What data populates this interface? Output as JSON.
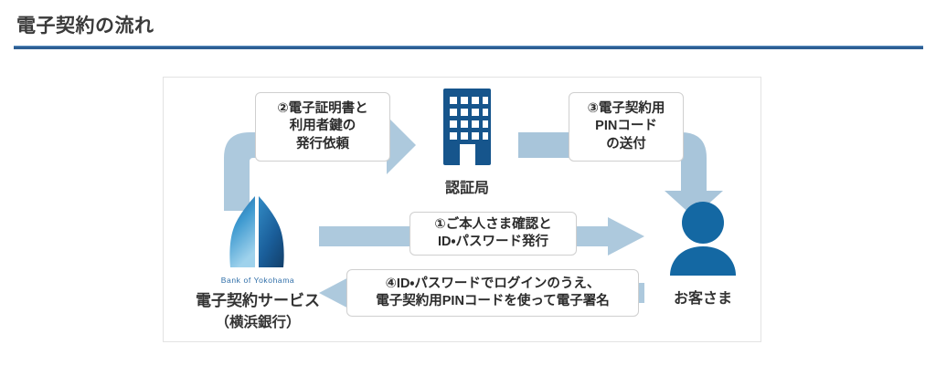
{
  "page": {
    "title": "電子契約の流れ",
    "rule_color": "#2e5f94"
  },
  "diagram": {
    "nodes": {
      "certificate_authority": {
        "label": "認証局",
        "icon": "office-building-icon",
        "color": "#16558c"
      },
      "bank": {
        "logo_alt": "bank-of-yokohama-logo",
        "logo_en": "Bank of Yokohama",
        "name_line1": "電子契約サービス",
        "name_line2": "（横浜銀行）",
        "logo_color_light": "#4aa3d6",
        "logo_color_dark": "#17548c"
      },
      "customer": {
        "label": "お客さま",
        "icon": "person-icon",
        "color": "#1468a3"
      }
    },
    "arrows": {
      "bank_to_ca": {
        "name": "arrow-bank-to-ca",
        "direction": "up-then-right",
        "color": "#adc9dd"
      },
      "ca_to_customer": {
        "name": "arrow-ca-to-customer",
        "direction": "right-then-down",
        "color": "#a8c5da"
      },
      "bank_to_customer": {
        "name": "arrow-bank-to-customer",
        "direction": "right",
        "color": "#adc9dd"
      },
      "customer_to_bank": {
        "name": "arrow-customer-to-bank",
        "direction": "left",
        "color": "#adc9dd"
      }
    },
    "callouts": [
      {
        "id": "callout-2",
        "number": "②",
        "lines": [
          "②電子証明書と",
          "利用者鍵の",
          "発行依頼"
        ]
      },
      {
        "id": "callout-3",
        "number": "③",
        "lines": [
          "③電子契約用",
          "PINコード",
          "の送付"
        ]
      },
      {
        "id": "callout-1",
        "number": "①",
        "lines": [
          "①ご本人さま確認と",
          "ID・パスワード発行"
        ]
      },
      {
        "id": "callout-4",
        "number": "④",
        "lines": [
          "④ID・パスワードでログインのうえ、",
          "電子契約用PINコードを使って電子署名"
        ]
      }
    ]
  }
}
